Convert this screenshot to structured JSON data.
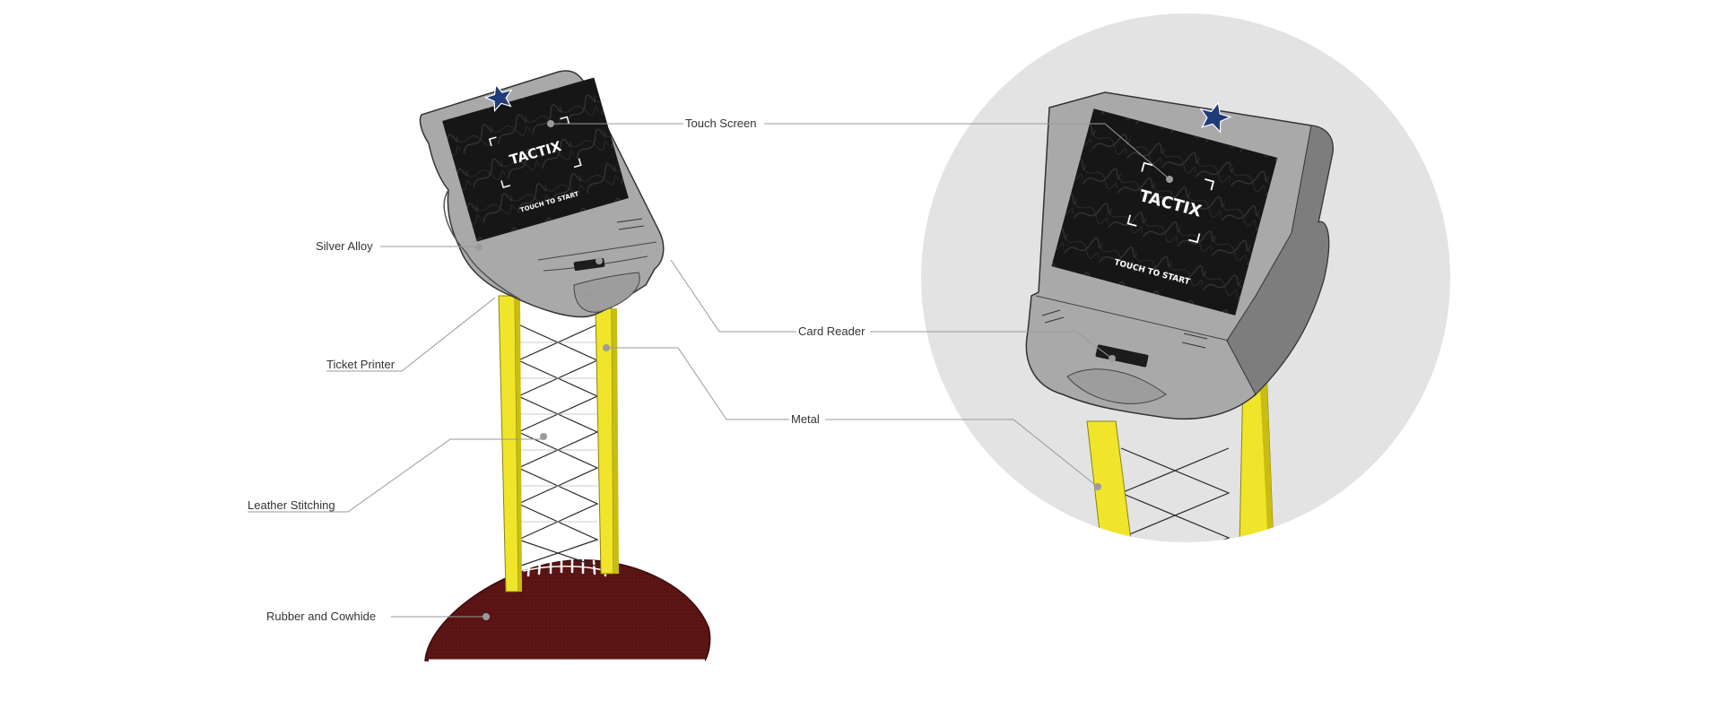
{
  "diagram": {
    "screen": {
      "brand": "TACTIX",
      "prompt": "TOUCH TO START"
    },
    "callouts": [
      {
        "id": "touch-screen",
        "label": "Touch Screen"
      },
      {
        "id": "silver-alloy",
        "label": "Silver Alloy"
      },
      {
        "id": "card-reader",
        "label": "Card Reader"
      },
      {
        "id": "ticket-printer",
        "label": "Ticket Printer"
      },
      {
        "id": "metal",
        "label": "Metal"
      },
      {
        "id": "leather-stitching",
        "label": "Leather Stitching"
      },
      {
        "id": "rubber-and-cowhide",
        "label": "Rubber and Cowhide"
      }
    ],
    "colors": {
      "housing": "#a9a9a9",
      "housing_dark": "#7d7d7d",
      "screen": "#161616",
      "pillar": "#f0e52a",
      "football": "#5b1414",
      "star": "#1f3c78",
      "zoom_circle": "#e3e3e3"
    },
    "icons": [
      "star-logo-icon"
    ]
  }
}
